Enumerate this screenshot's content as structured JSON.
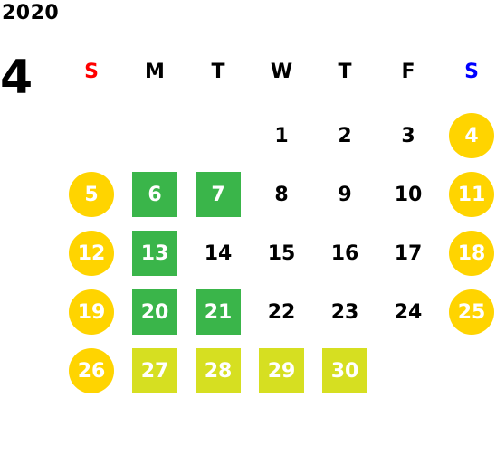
{
  "year": "2020",
  "month": "4",
  "colors": {
    "sunday_header": "#ff0000",
    "saturday_header": "#0000ff",
    "weekday_header": "#000000",
    "weekend_fill": "#ffd400",
    "green_fill": "#3ab54a",
    "lime_fill": "#d6df21",
    "plain_text": "#000000",
    "highlight_text": "#ffffff"
  },
  "weekdays": [
    "S",
    "M",
    "T",
    "W",
    "T",
    "F",
    "S"
  ],
  "days": [
    {
      "label": "1",
      "style": "plain"
    },
    {
      "label": "2",
      "style": "plain"
    },
    {
      "label": "3",
      "style": "plain"
    },
    {
      "label": "4",
      "style": "weekend"
    },
    {
      "label": "5",
      "style": "weekend"
    },
    {
      "label": "6",
      "style": "green"
    },
    {
      "label": "7",
      "style": "green"
    },
    {
      "label": "8",
      "style": "plain"
    },
    {
      "label": "9",
      "style": "plain"
    },
    {
      "label": "10",
      "style": "plain"
    },
    {
      "label": "11",
      "style": "weekend"
    },
    {
      "label": "12",
      "style": "weekend"
    },
    {
      "label": "13",
      "style": "green"
    },
    {
      "label": "14",
      "style": "plain"
    },
    {
      "label": "15",
      "style": "plain"
    },
    {
      "label": "16",
      "style": "plain"
    },
    {
      "label": "17",
      "style": "plain"
    },
    {
      "label": "18",
      "style": "weekend"
    },
    {
      "label": "19",
      "style": "weekend"
    },
    {
      "label": "20",
      "style": "green"
    },
    {
      "label": "21",
      "style": "green"
    },
    {
      "label": "22",
      "style": "plain"
    },
    {
      "label": "23",
      "style": "plain"
    },
    {
      "label": "24",
      "style": "plain"
    },
    {
      "label": "25",
      "style": "weekend"
    },
    {
      "label": "26",
      "style": "weekend"
    },
    {
      "label": "27",
      "style": "lime"
    },
    {
      "label": "28",
      "style": "lime"
    },
    {
      "label": "29",
      "style": "lime"
    },
    {
      "label": "30",
      "style": "lime"
    }
  ]
}
